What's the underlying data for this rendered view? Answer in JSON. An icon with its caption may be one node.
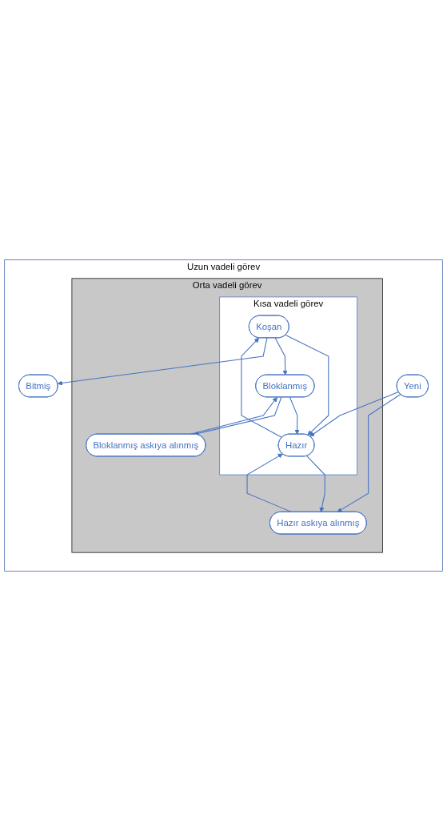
{
  "diagram": {
    "nodes": [
      {
        "text": [
          "Uzun vadeli görev"
        ]
      },
      {
        "text": [
          "Orta vadeli görev"
        ],
        "in": 0
      },
      {
        "text": [
          "Kısa vadeli görev"
        ],
        "in": 1
      },
      {
        "text": [
          "Koşan"
        ],
        "in": 2
      },
      {
        "text": [
          "Hazır"
        ],
        "in": 2
      },
      {
        "text": [
          "Bloklanmış"
        ],
        "in": 2
      },
      {
        "text": [
          "Hazır askıya alınmış"
        ],
        "in": 1
      },
      {
        "text": [
          "Bloklanmış askıya alınmış"
        ],
        "in": 1
      },
      {
        "text": [
          "Yeni"
        ],
        "in": 0
      },
      {
        "text": [
          "Bitmiş"
        ],
        "in": 0
      }
    ],
    "edges": [
      {
        "from": 3,
        "to": 4,
        "arrow": "to"
      },
      {
        "from": 4,
        "to": 3,
        "arrow": "to"
      },
      {
        "from": 5,
        "to": 4,
        "arrow": "to"
      },
      {
        "from": 3,
        "to": 5,
        "arrow": "to"
      },
      {
        "from": 3,
        "to": 9,
        "arrow": "to"
      },
      {
        "from": 8,
        "to": 4,
        "arrow": "to"
      },
      {
        "from": 8,
        "to": 6,
        "arrow": "to"
      },
      {
        "from": 4,
        "to": 6,
        "arrow": "to"
      },
      {
        "from": 6,
        "to": 4,
        "arrow": "to"
      },
      {
        "from": 5,
        "to": 7,
        "arrow": "to"
      },
      {
        "from": 7,
        "to": 5,
        "arrow": "to"
      }
    ]
  }
}
